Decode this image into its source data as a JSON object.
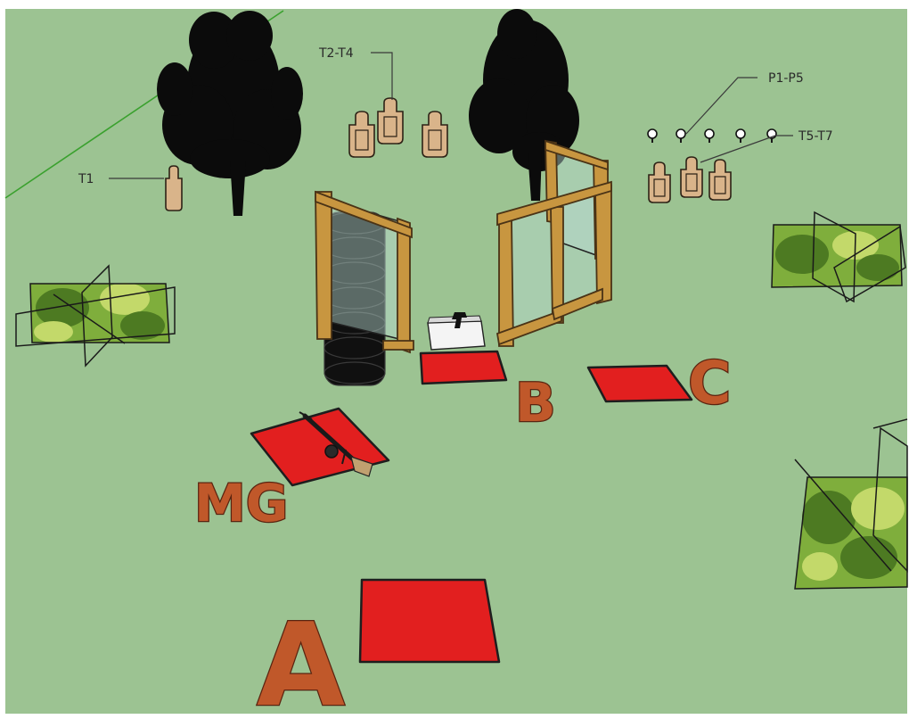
{
  "colors": {
    "ground": "#9cc392",
    "pad": "#e21f1f",
    "bay_label": "#c0582a",
    "wood": "#c89640",
    "target": "#d9b48a",
    "plate": "#ffffff",
    "tree": "#0b0b0b"
  },
  "callouts": {
    "t1": "T1",
    "t2_t4": "T2-T4",
    "p1_p5": "P1-P5",
    "t5_t7": "T5-T7"
  },
  "bays": {
    "a": "A",
    "b": "B",
    "c": "C",
    "mg": "MG"
  }
}
